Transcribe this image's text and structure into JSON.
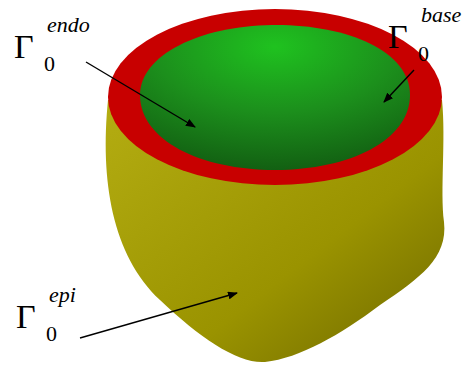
{
  "diagram": {
    "labels": [
      "Γ",
      "0",
      "endo",
      "Γ",
      "0",
      "base",
      "Γ",
      "0",
      "epi"
    ]
  }
}
